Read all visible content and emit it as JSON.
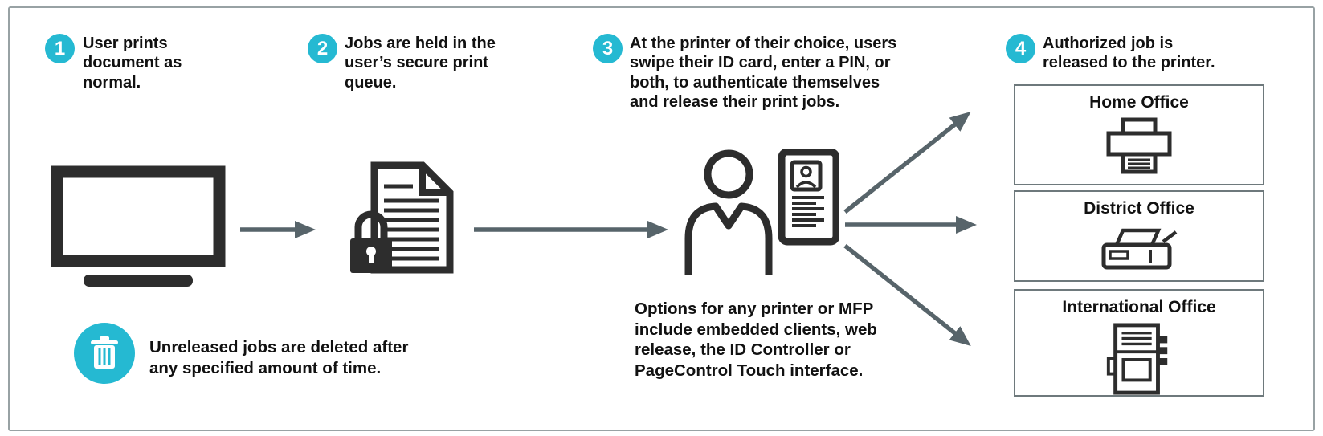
{
  "colors": {
    "accent": "#25b9d2",
    "icon": "#2d2d2d",
    "arrow": "#57646a",
    "frame_border": "#98a2a4",
    "destination_box_border": "#6e797c",
    "text": "#111111"
  },
  "steps": [
    {
      "number": "1",
      "text": "User prints\ndocument as\nnormal."
    },
    {
      "number": "2",
      "text": "Jobs are held in the\nuser’s secure print\nqueue."
    },
    {
      "number": "3",
      "text": "At the printer of their choice, users\nswipe their ID card, enter a PIN, or\nboth, to authenticate themselves\nand release their print jobs."
    },
    {
      "number": "4",
      "text": "Authorized job is\nreleased to the printer."
    }
  ],
  "notes": {
    "options": "Options for any printer or MFP\ninclude embedded clients, web\nrelease, the ID Controller or\nPageControl Touch interface.",
    "deletion": "Unreleased jobs are deleted after\nany specified amount of time."
  },
  "destinations": [
    {
      "label": "Home Office",
      "icon": "desktop-printer-icon"
    },
    {
      "label": "District Office",
      "icon": "fax-machine-icon"
    },
    {
      "label": "International Office",
      "icon": "copier-mfp-icon"
    }
  ],
  "icons": {
    "step1": "computer-monitor-icon",
    "step2": "secure-document-lock-icon",
    "step3": "user-with-id-card-icon",
    "deletion": "trash-can-icon"
  }
}
